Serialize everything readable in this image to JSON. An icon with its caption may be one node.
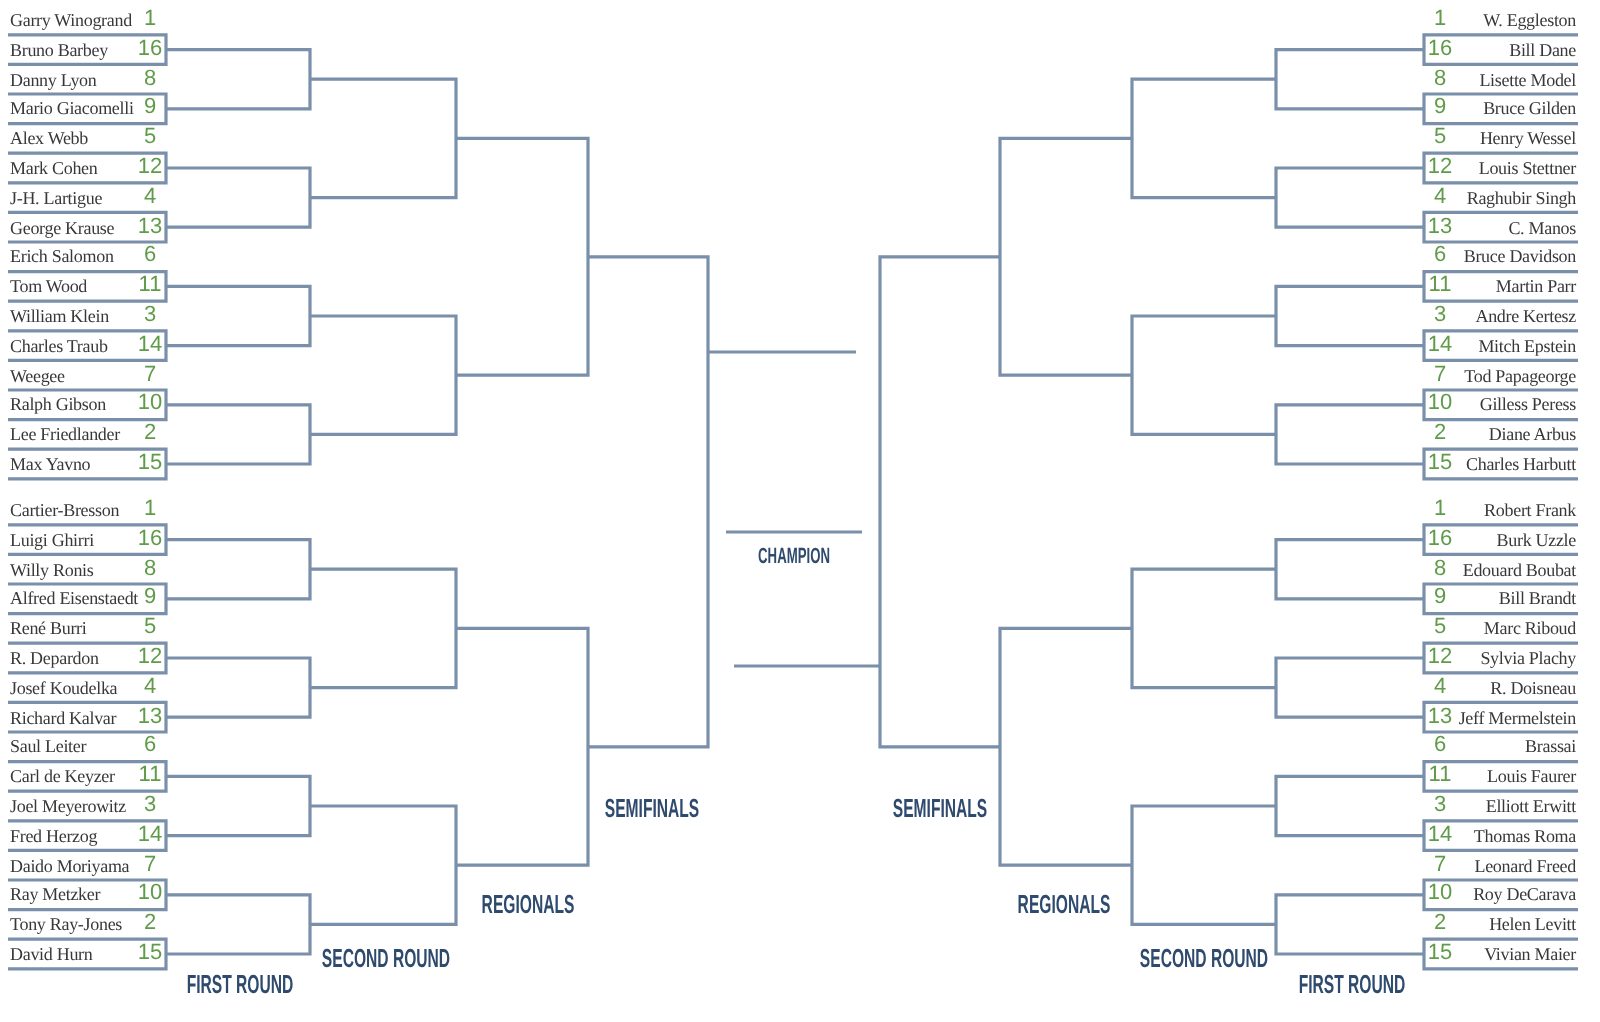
{
  "diagram": {
    "nodes": [
      {
        "text": [
          "Garry Winogrand",
          "1"
        ]
      },
      {
        "text": [
          "Bruno Barbey",
          "16"
        ]
      },
      {
        "text": [
          "Danny Lyon",
          "8"
        ]
      },
      {
        "text": [
          "Mario Giacomelli",
          "9"
        ]
      },
      {
        "text": [
          "Alex Webb",
          "5"
        ]
      },
      {
        "text": [
          "Mark Cohen",
          "12"
        ]
      },
      {
        "text": [
          "J-H. Lartigue",
          "4"
        ]
      },
      {
        "text": [
          "George Krause",
          "13"
        ]
      },
      {
        "text": [
          "Erich Salomon",
          "6"
        ]
      },
      {
        "text": [
          "Tom Wood",
          "11"
        ]
      },
      {
        "text": [
          "William Klein",
          "3"
        ]
      },
      {
        "text": [
          "Charles Traub",
          "14"
        ]
      },
      {
        "text": [
          "Weegee",
          "7"
        ]
      },
      {
        "text": [
          "Ralph Gibson",
          "10"
        ]
      },
      {
        "text": [
          "Lee Friedlander",
          "2"
        ]
      },
      {
        "text": [
          "Max Yavno",
          "15"
        ]
      },
      {
        "text": [
          "Cartier-Bresson",
          "1"
        ]
      },
      {
        "text": [
          "Luigi Ghirri",
          "16"
        ]
      },
      {
        "text": [
          "Willy Ronis",
          "8"
        ]
      },
      {
        "text": [
          "Alfred Eisenstaedt",
          "9"
        ]
      },
      {
        "text": [
          "René Burri",
          "5"
        ]
      },
      {
        "text": [
          "R. Depardon",
          "12"
        ]
      },
      {
        "text": [
          "Josef Koudelka",
          "4"
        ]
      },
      {
        "text": [
          "Richard Kalvar",
          "13"
        ]
      },
      {
        "text": [
          "Saul Leiter",
          "6"
        ]
      },
      {
        "text": [
          "Carl de Keyzer",
          "11"
        ]
      },
      {
        "text": [
          "Joel Meyerowitz",
          "3"
        ]
      },
      {
        "text": [
          "Fred Herzog",
          "14"
        ]
      },
      {
        "text": [
          "Daido Moriyama",
          "7"
        ]
      },
      {
        "text": [
          "Ray Metzker",
          "10"
        ]
      },
      {
        "text": [
          "Tony Ray-Jones",
          "2"
        ]
      },
      {
        "text": [
          "David Hurn",
          "15"
        ]
      },
      {
        "text": [
          "1",
          "W. Eggleston"
        ]
      },
      {
        "text": [
          "16",
          "Bill Dane"
        ]
      },
      {
        "text": [
          "8",
          "Lisette Model"
        ]
      },
      {
        "text": [
          "9",
          "Bruce Gilden"
        ]
      },
      {
        "text": [
          "5",
          "Henry Wessel"
        ]
      },
      {
        "text": [
          "12",
          "Louis Stettner"
        ]
      },
      {
        "text": [
          "4",
          "Raghubir Singh"
        ]
      },
      {
        "text": [
          "13",
          "C. Manos"
        ]
      },
      {
        "text": [
          "6",
          "Bruce Davidson"
        ]
      },
      {
        "text": [
          "11",
          "Martin Parr"
        ]
      },
      {
        "text": [
          "3",
          "Andre Kertesz"
        ]
      },
      {
        "text": [
          "14",
          "Mitch Epstein"
        ]
      },
      {
        "text": [
          "7",
          "Tod Papageorge"
        ]
      },
      {
        "text": [
          "10",
          "Gilless Peress"
        ]
      },
      {
        "text": [
          "2",
          "Diane Arbus"
        ]
      },
      {
        "text": [
          "15",
          "Charles Harbutt"
        ]
      },
      {
        "text": [
          "1",
          "Robert Frank"
        ]
      },
      {
        "text": [
          "16",
          "Burk Uzzle"
        ]
      },
      {
        "text": [
          "8",
          "Edouard Boubat"
        ]
      },
      {
        "text": [
          "9",
          "Bill Brandt"
        ]
      },
      {
        "text": [
          "5",
          "Marc Riboud"
        ]
      },
      {
        "text": [
          "12",
          "Sylvia Plachy"
        ]
      },
      {
        "text": [
          "4",
          "R. Doisneau"
        ]
      },
      {
        "text": [
          "13",
          "Jeff Mermelstein"
        ]
      },
      {
        "text": [
          "6",
          "Brassai"
        ]
      },
      {
        "text": [
          "11",
          "Louis Faurer"
        ]
      },
      {
        "text": [
          "3",
          "Elliott Erwitt"
        ]
      },
      {
        "text": [
          "14",
          "Thomas Roma"
        ]
      },
      {
        "text": [
          "7",
          "Leonard Freed"
        ]
      },
      {
        "text": [
          "10",
          "Roy DeCarava"
        ]
      },
      {
        "text": [
          "2",
          "Helen Levitt"
        ]
      },
      {
        "text": [
          "15",
          "Vivian Maier"
        ]
      }
    ],
    "labels": [
      "CHAMPION",
      "SEMIFINALS",
      "SEMIFINALS",
      "REGIONALS",
      "REGIONALS",
      "SECOND ROUND",
      "SECOND ROUND",
      "FIRST ROUND",
      "FIRST ROUND"
    ]
  }
}
